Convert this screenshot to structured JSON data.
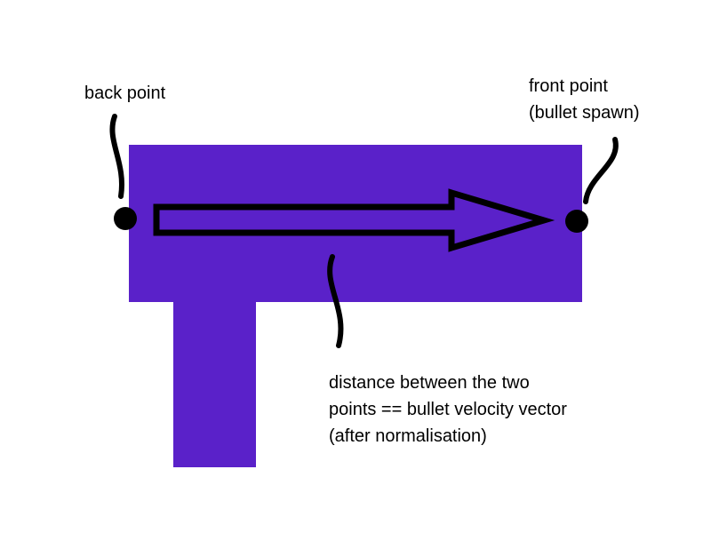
{
  "diagram": {
    "colors": {
      "background": "#ffffff",
      "gun_body": "#5a21c9",
      "ink": "#000000"
    },
    "labels": {
      "back_point": "back point",
      "front_point_line1": "front point",
      "front_point_line2": "(bullet spawn)",
      "distance_line1": "distance between the two",
      "distance_line2": "points == bullet velocity vector",
      "distance_line3": "(after normalisation)"
    }
  }
}
